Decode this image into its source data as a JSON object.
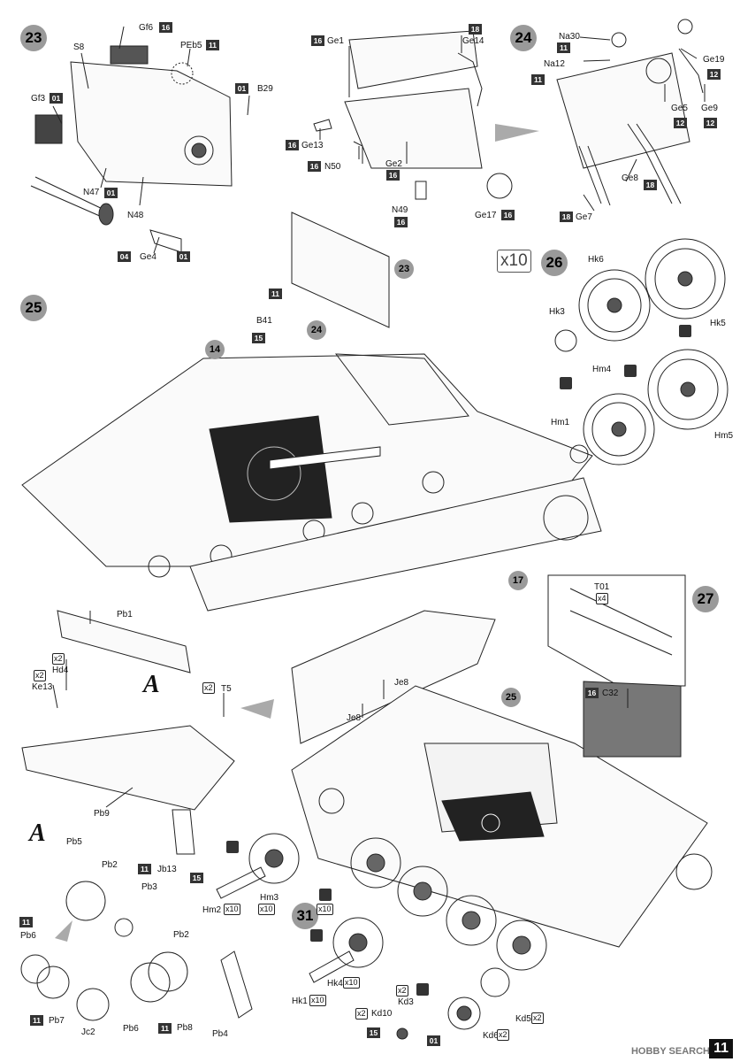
{
  "steps": {
    "s23": "23",
    "s24": "24",
    "s25": "25",
    "s26": "26",
    "s27": "27",
    "s31": "31"
  },
  "refs": {
    "r14": "14",
    "r17": "17",
    "r23": "23",
    "r24": "24",
    "r25": "25"
  },
  "parts": {
    "gf6": "Gf6",
    "s8": "S8",
    "peb5": "PEb5",
    "gf3": "Gf3",
    "b29": "B29",
    "n47": "N47",
    "n48": "N48",
    "ge4": "Ge4",
    "ge1": "Ge1",
    "ge14": "Ge14",
    "ge13": "Ge13",
    "n50": "N50",
    "ge2": "Ge2",
    "n49": "N49",
    "ge17": "Ge17",
    "na30": "Na30",
    "na12": "Na12",
    "ge19": "Ge19",
    "ge5": "Ge5",
    "ge9": "Ge9",
    "ge8": "Ge8",
    "ge7": "Ge7",
    "hk6": "Hk6",
    "hk3": "Hk3",
    "hk5": "Hk5",
    "hm4": "Hm4",
    "hm1": "Hm1",
    "hm5": "Hm5",
    "b41": "B41",
    "pb1": "Pb1",
    "hd4": "Hd4",
    "ke13": "Ke13",
    "t5": "T5",
    "pb9": "Pb9",
    "jb13": "Jb13",
    "je8a": "Je8",
    "je8b": "Je8",
    "t01": "T01",
    "c32": "C32",
    "pb5": "Pb5",
    "pb2a": "Pb2",
    "pb3": "Pb3",
    "pb2b": "Pb2",
    "pb6a": "Pb6",
    "pb7": "Pb7",
    "jc2": "Jc2",
    "pb6b": "Pb6",
    "pb8": "Pb8",
    "pb4": "Pb4",
    "hm2": "Hm2",
    "hm3": "Hm3",
    "hk4": "Hk4",
    "hk1": "Hk1",
    "kd10": "Kd10",
    "kd3": "Kd3",
    "kd6": "Kd6",
    "kd5": "Kd5"
  },
  "sprues": {
    "g16": "16",
    "g11": "11",
    "g01": "01",
    "g18": "18",
    "g12": "12",
    "g15": "15",
    "g04": "04"
  },
  "multipliers": {
    "x10": "x10",
    "x2": "x2",
    "x4": "x4"
  },
  "callout": "A",
  "page_number": "11",
  "watermark": "HOBBY SEARCH"
}
